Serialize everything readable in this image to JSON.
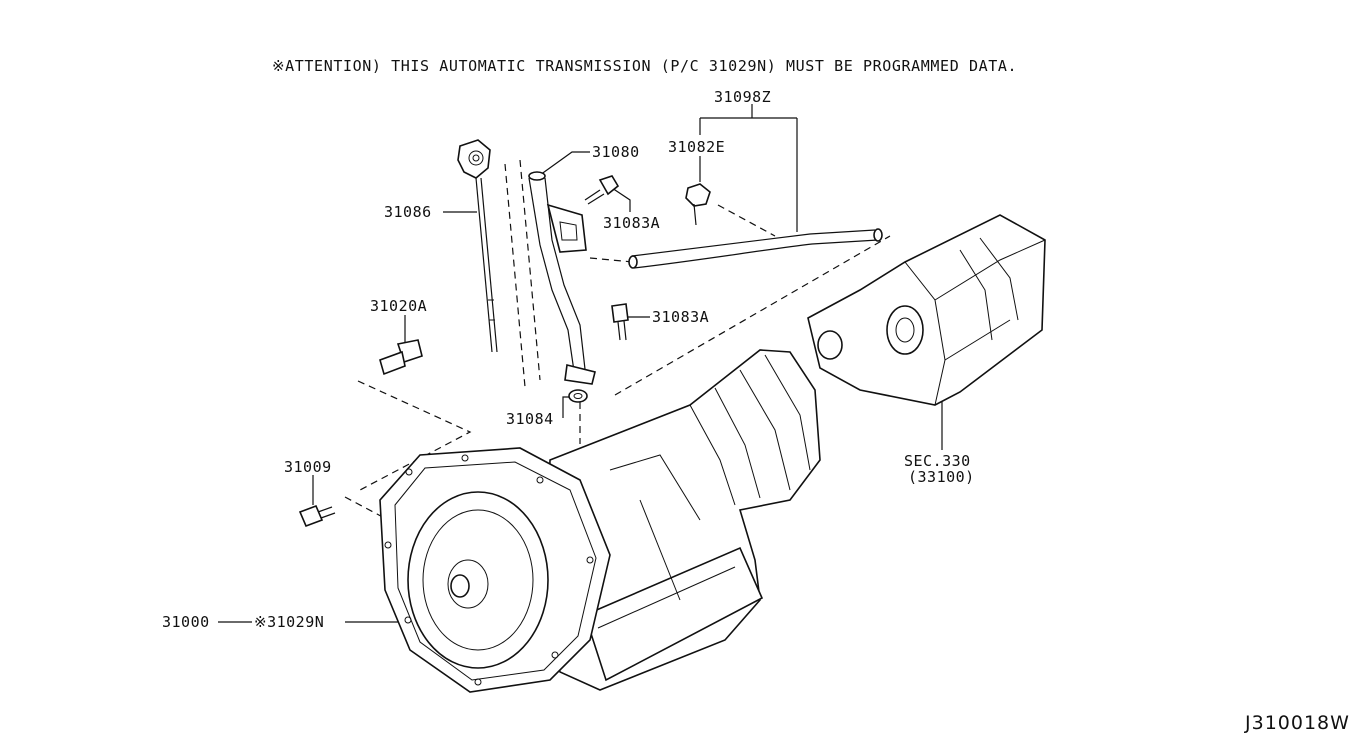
{
  "attention_note": "※ATTENTION) THIS AUTOMATIC TRANSMISSION (P/C 31029N) MUST BE PROGRAMMED DATA.",
  "diagram_code": "J310018W",
  "labels": {
    "p31098Z": "31098Z",
    "p31082E": "31082E",
    "p31080": "31080",
    "p31086": "31086",
    "p31083A_top": "31083A",
    "p31083A_mid": "31083A",
    "p31020A": "31020A",
    "p31084": "31084",
    "p31009": "31009",
    "p31000": "31000",
    "p31029N": "※31029N",
    "sec330": "SEC.330",
    "sec330_sub": "(33100)"
  }
}
